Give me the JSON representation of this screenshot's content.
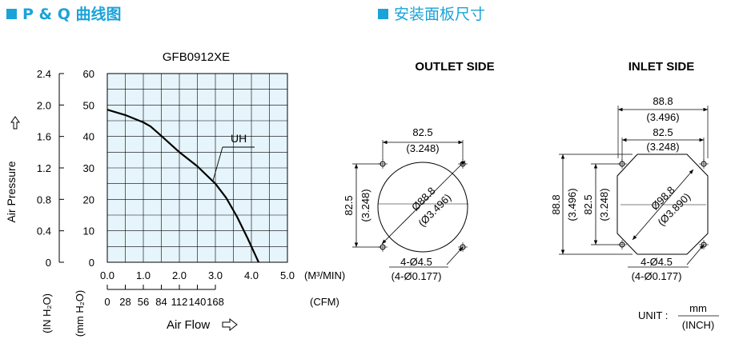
{
  "header": {
    "left_title": "P & Q 曲线图",
    "right_title": "安装面板尺寸",
    "accent_color": "#1aa3d9",
    "bullet_icon": "square-bullet-icon"
  },
  "chart_data": {
    "type": "line",
    "title": "GFB0912XE",
    "xlabel": "Air Flow",
    "ylabel": "Air Pressure",
    "x_unit_top": "(M³/MIN)",
    "x_unit_bottom": "(CFM)",
    "y_unit_left": "(IN H₂O)",
    "y_unit_right": "(mm H₂O)",
    "xlim": [
      0,
      5
    ],
    "ylim": [
      0,
      60
    ],
    "x_ticks": [
      "0.0",
      "1.0",
      "2.0",
      "3.0",
      "4.0",
      "5.0"
    ],
    "cfm_ticks": [
      "0",
      "28",
      "56",
      "84",
      "112",
      "140",
      "168"
    ],
    "mm_ticks": [
      "0",
      "10",
      "20",
      "30",
      "40",
      "50",
      "60"
    ],
    "in_ticks": [
      "0",
      "0.4",
      "0.8",
      "1.2",
      "1.6",
      "2.0",
      "2.4"
    ],
    "grid": true,
    "plot_bg": "#e6f5fb",
    "series": [
      {
        "name": "UH",
        "points": [
          [
            0,
            48.5
          ],
          [
            0.5,
            46.8
          ],
          [
            1.0,
            44.5
          ],
          [
            1.2,
            43.2
          ],
          [
            1.5,
            40.2
          ],
          [
            2.0,
            35.0
          ],
          [
            2.5,
            30.5
          ],
          [
            3.0,
            25.0
          ],
          [
            3.3,
            20.5
          ],
          [
            3.6,
            14.5
          ],
          [
            3.9,
            7.5
          ],
          [
            4.1,
            2.5
          ],
          [
            4.2,
            0
          ]
        ]
      }
    ],
    "annotations": [
      {
        "text": "UH"
      }
    ]
  },
  "outlet": {
    "title": "OUTLET SIDE",
    "hole_spacing_mm": "82.5",
    "hole_spacing_in": "(3.248)",
    "vert_mm": "82.5",
    "vert_in": "(3.248)",
    "circle_mm": "Ø88.8",
    "circle_in": "(Ø3.496)",
    "holes_mm": "4-Ø4.5",
    "holes_in": "(4-Ø0.177)"
  },
  "inlet": {
    "title": "INLET SIDE",
    "outer_mm": "88.8",
    "outer_in": "(3.496)",
    "hole_spacing_mm": "82.5",
    "hole_spacing_in": "(3.248)",
    "vert_outer_mm": "88.8",
    "vert_outer_in": "(3.496)",
    "vert_mm": "82.5",
    "vert_in": "(3.248)",
    "circle_mm": "Ø98.8",
    "circle_in": "(Ø3.890)",
    "holes_mm": "4-Ø4.5",
    "holes_in": "(4-Ø0.177)"
  },
  "unit": {
    "label": "UNIT :",
    "numerator": "mm",
    "denominator": "(INCH)"
  }
}
